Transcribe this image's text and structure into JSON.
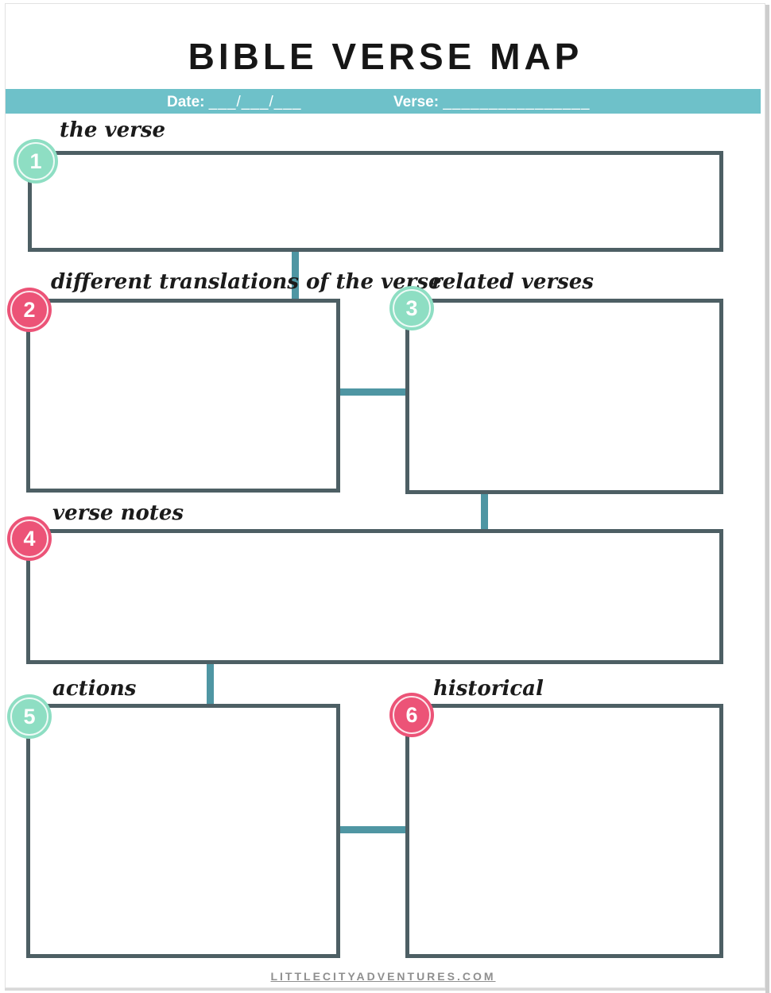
{
  "page": {
    "title": "BIBLE VERSE MAP",
    "footer_link": "LITTLECITYADVENTURES.COM"
  },
  "banner": {
    "date_label": "Date: ",
    "date_blank": "___/___/___",
    "verse_label": "Verse: ",
    "verse_blank": "________________"
  },
  "sections": [
    {
      "number": "1",
      "label": "the verse",
      "color": "mint"
    },
    {
      "number": "2",
      "label": "different translations of the verse",
      "color": "pink"
    },
    {
      "number": "3",
      "label": "related verses",
      "color": "mint"
    },
    {
      "number": "4",
      "label": "verse notes",
      "color": "pink"
    },
    {
      "number": "5",
      "label": "actions",
      "color": "mint"
    },
    {
      "number": "6",
      "label": "historical",
      "color": "pink"
    }
  ],
  "colors": {
    "mint": "#8edec3",
    "pink": "#ec5377",
    "banner_teal": "#6ec1c9",
    "connector_teal": "#4f96a3",
    "box_border": "#4d5f64",
    "footer_gray": "#8f8f8f"
  }
}
